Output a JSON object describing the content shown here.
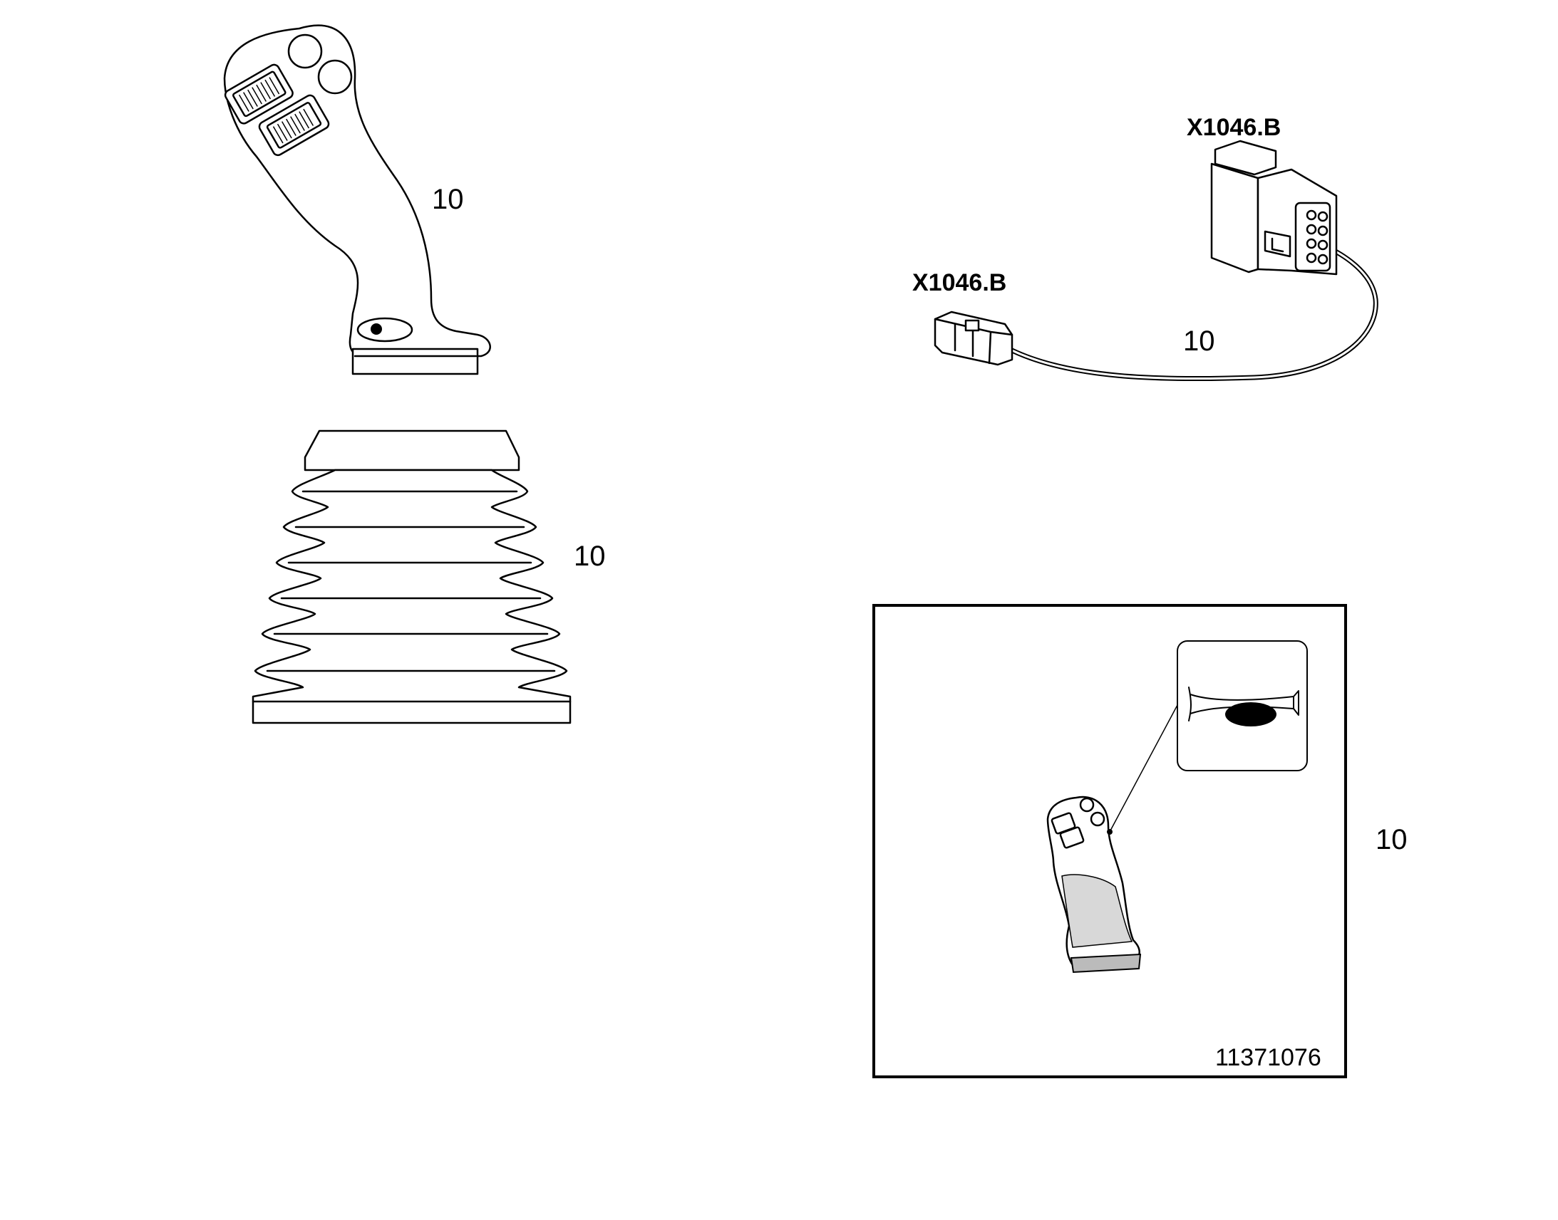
{
  "callouts": {
    "joystick_handle": "10",
    "rubber_boot": "10",
    "wiring_harness": "10",
    "detail_inset": "10"
  },
  "connectors": {
    "large_connector": "X1046.B",
    "small_connector": "X1046.B"
  },
  "figure_number": "11371076",
  "icons": {
    "detail_symbol": "horn-icon"
  }
}
